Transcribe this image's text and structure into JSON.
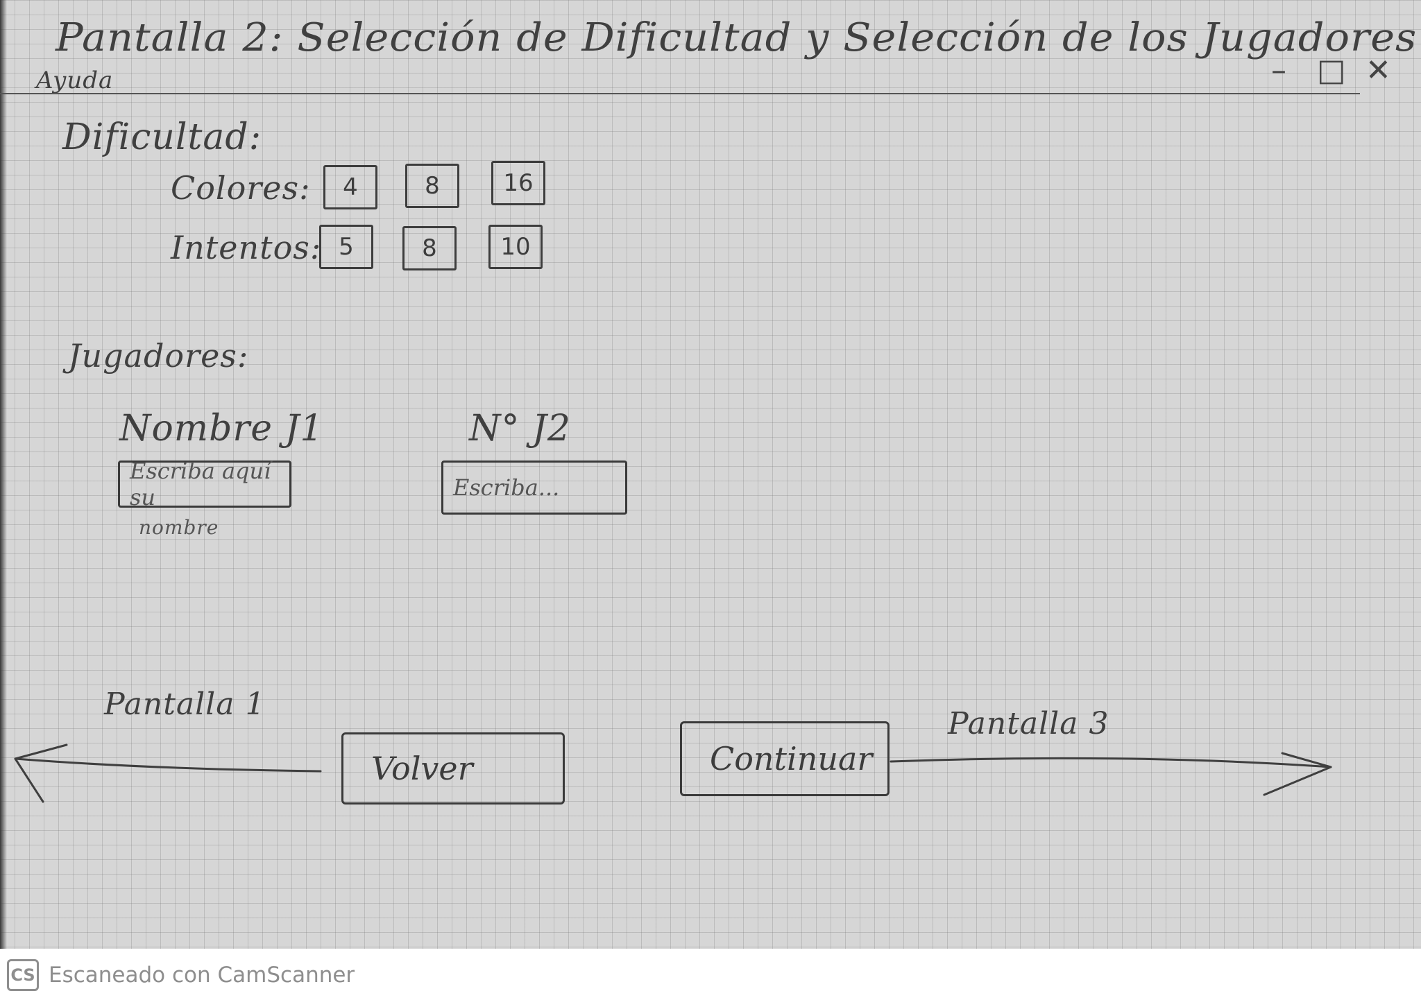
{
  "window": {
    "title": "Pantalla 2: Selección de Dificultad y Selección de los Jugadores",
    "menu_help": "Ayuda",
    "controls": {
      "minimize": "–",
      "maximize": "□",
      "close": "✕"
    }
  },
  "difficulty": {
    "heading": "Dificultad:",
    "colors_label": "Colores:",
    "colors_options": [
      "4",
      "8",
      "16"
    ],
    "attempts_label": "Intentos:",
    "attempts_options": [
      "5",
      "8",
      "10"
    ]
  },
  "players": {
    "heading": "Jugadores:",
    "player1_label": "Nombre J1",
    "player1_placeholder": "Escriba aquí su",
    "player1_note": "nombre",
    "player2_label": "N° J2",
    "player2_placeholder": "Escriba..."
  },
  "navigation": {
    "back_button": "Volver",
    "back_annotation": "Pantalla 1",
    "continue_button": "Continuar",
    "continue_annotation": "Pantalla 3"
  },
  "footer": {
    "logo": "CS",
    "text": "Escaneado con CamScanner"
  }
}
